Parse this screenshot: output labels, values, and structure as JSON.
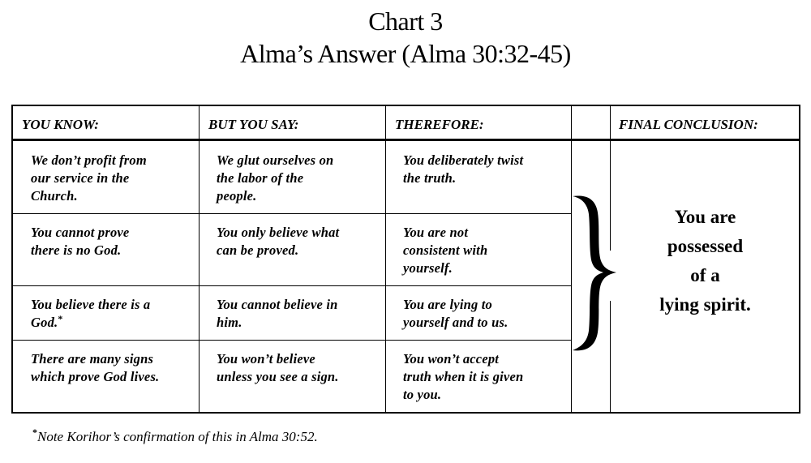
{
  "title": {
    "line1": "Chart 3",
    "line2": "Alma’s Answer (Alma 30:32-45)"
  },
  "table": {
    "headers": [
      "YOU KNOW:",
      "BUT YOU SAY:",
      "THEREFORE:",
      "",
      "FINAL CONCLUSION:"
    ],
    "rows": [
      {
        "you_know": [
          "We don’t profit from",
          "our service in the",
          "Church."
        ],
        "but_you_say": [
          "We glut ourselves on",
          "the labor of the",
          "people."
        ],
        "therefore": [
          "You deliberately twist",
          "the truth."
        ]
      },
      {
        "you_know": [
          "You cannot prove",
          "there is no God."
        ],
        "but_you_say": [
          "You only believe what",
          "can be proved."
        ],
        "therefore": [
          "You are not",
          "consistent with",
          "yourself."
        ]
      },
      {
        "you_know": [
          "You believe there is a",
          "God."
        ],
        "you_know_marker": "*",
        "but_you_say": [
          "You cannot believe in",
          "him."
        ],
        "therefore": [
          "You are lying to",
          "yourself and to us."
        ]
      },
      {
        "you_know": [
          "There are many signs",
          "which prove God lives."
        ],
        "but_you_say": [
          "You won’t believe",
          "unless you see a sign."
        ],
        "therefore": [
          "You won’t accept",
          "truth when it is given",
          "to you."
        ]
      }
    ],
    "brace_symbol": "}",
    "final_conclusion": [
      "You are",
      "possessed",
      "of a",
      "lying spirit."
    ]
  },
  "footnote": {
    "marker": "*",
    "text": "Note Korihor’s confirmation of this in Alma 30:52."
  }
}
